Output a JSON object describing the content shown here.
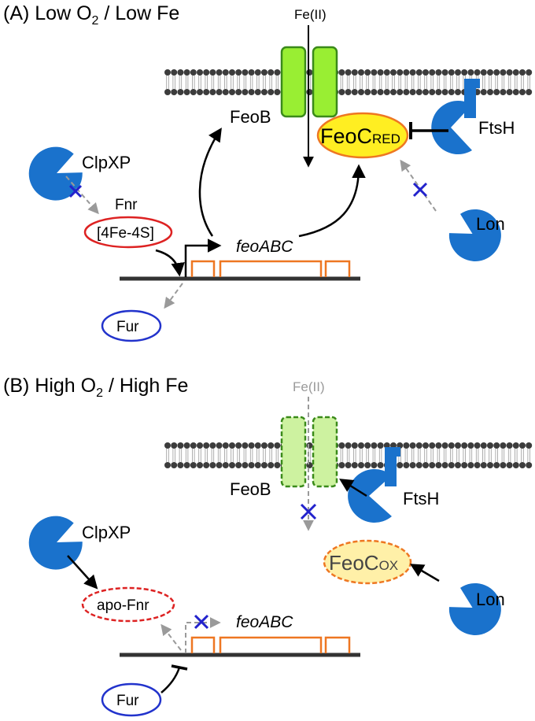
{
  "panelA": {
    "title": "(A) Low O",
    "title_sub": "2",
    "title_rest": " / Low Fe",
    "fe": "Fe(II)",
    "feob": "FeoB",
    "feoc_main": "FeoC",
    "feoc_sub": "RED",
    "ftsh": "FtsH",
    "clpxp": "ClpXP",
    "lon": "Lon",
    "fnr": "Fnr",
    "fnr_cluster": "[4Fe-4S]",
    "gene": "feoABC",
    "fur": "Fur"
  },
  "panelB": {
    "title": "(B) High O",
    "title_sub": "2",
    "title_rest": " / High Fe",
    "fe": "Fe(II)",
    "feob": "FeoB",
    "feoc_main": "FeoC",
    "feoc_sub": "OX",
    "ftsh": "FtsH",
    "clpxp": "ClpXP",
    "lon": "Lon",
    "apofnr": "apo-Fnr",
    "gene": "feoABC",
    "fur": "Fur"
  },
  "colors": {
    "feob_fill": "#99ee33",
    "feob_stroke": "#3a8a1a",
    "feob_fill_inactive": "#cdf2a0",
    "feoc_red_fill": "#ffee22",
    "feoc_red_stroke": "#ee7722",
    "feoc_ox_fill": "#fff0a8",
    "protease_blue": "#1a72cc",
    "fnr_red": "#dd2222",
    "fur_blue": "#2233cc",
    "gene_orange": "#ee7722",
    "inhibit_cross": "#2222cc",
    "membrane_head": "#3c3c3c"
  }
}
